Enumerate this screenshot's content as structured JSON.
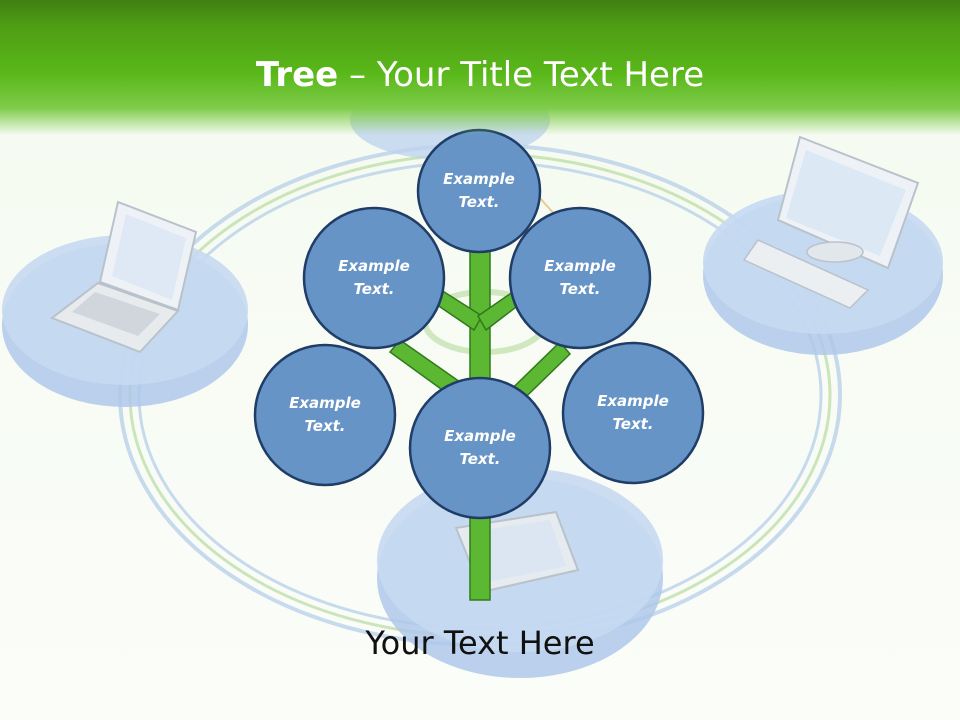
{
  "title": {
    "bold": "Tree",
    "dash": " – ",
    "rest": "Your Title Text Here"
  },
  "nodes": [
    {
      "id": "top",
      "line1": "Example",
      "line2": "Text."
    },
    {
      "id": "upper-left",
      "line1": "Example",
      "line2": "Text."
    },
    {
      "id": "upper-right",
      "line1": "Example",
      "line2": "Text."
    },
    {
      "id": "lower-left",
      "line1": "Example",
      "line2": "Text."
    },
    {
      "id": "center",
      "line1": "Example",
      "line2": "Text."
    },
    {
      "id": "lower-right",
      "line1": "Example",
      "line2": "Text."
    }
  ],
  "footer": "Your Text Here",
  "colors": {
    "header_green": "#5ab81a",
    "node_fill": "#6794c6",
    "node_stroke": "#1f3d66",
    "branch_green": "#5cb832",
    "branch_stroke": "#2f7a1a",
    "background_disc": "#bcd2ef"
  },
  "icons": [
    "laptop-icon",
    "desktop-computer-icon",
    "tablet-icon",
    "network-ring-icon"
  ]
}
